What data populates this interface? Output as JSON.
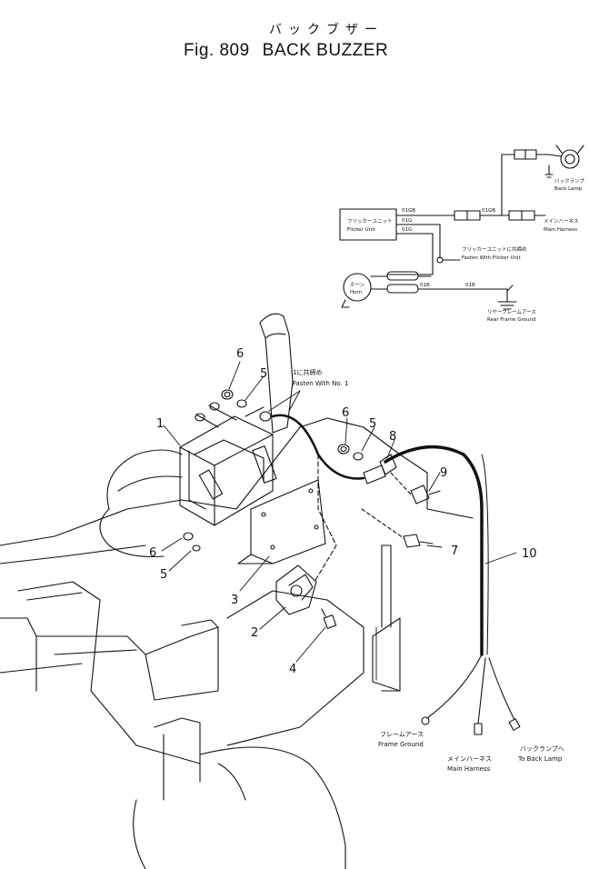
{
  "title_jp": "バックブザー",
  "fig_label": "Fig. 809",
  "title": "BACK BUZZER",
  "parts": {
    "p1": "1",
    "p2": "2",
    "p3": "3",
    "p4": "4",
    "p5a": "5",
    "p5b": "5",
    "p5c": "5",
    "p6a": "6",
    "p6b": "6",
    "p6c": "6",
    "p7": "7",
    "p8": "8",
    "p9": "9",
    "p10": "10"
  },
  "notes": {
    "fasten_jp": "1に共締め",
    "fasten_en": "Fasten With No. 1",
    "frame_ground_jp": "フレームアース",
    "frame_ground_en": "Frame Ground",
    "main_harness_jp": "メインハーネス",
    "main_harness_en": "Main Harness",
    "to_back_lamp_jp": "バックランプへ",
    "to_back_lamp_en": "To Back Lamp"
  },
  "schematic": {
    "flicker_jp": "フリッカーユニット",
    "flicker_en": "Flicker Unit",
    "horn_jp": "ホーン",
    "horn_en": "Horn",
    "back_lamp_jp": "バックランプ",
    "back_lamp_en": "Back Lamp",
    "main_harness_jp": "メインハーネス",
    "main_harness_en": "Main Harness",
    "fasten_flicker_jp": "フリッカーユニットに共締め",
    "fasten_flicker_en": "Fasten With Flicker Unit",
    "rear_ground_jp": "リヤーフレームアース",
    "rear_ground_en": "Rear Frame Ground",
    "w1": "01GB",
    "w2": "01GB",
    "w3": "01G",
    "w4": "01G",
    "w5": "01B",
    "w6": "01B"
  }
}
